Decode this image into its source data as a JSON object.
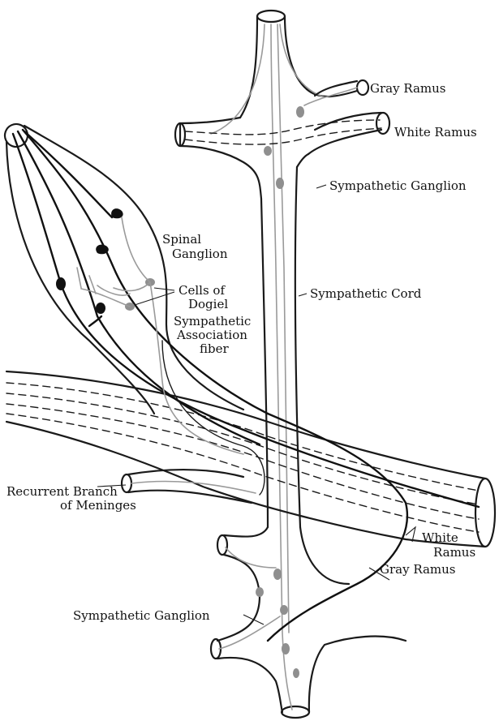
{
  "labels": {
    "gray_ramus_top": "Gray Ramus",
    "white_ramus_top": "White Ramus",
    "sympathetic_ganglion_top": "Sympathetic Ganglion",
    "spinal_ganglion_line1": "Spinal",
    "spinal_ganglion_line2": "Ganglion",
    "cells_of_dogiel_line1": "Cells of",
    "cells_of_dogiel_line2": "Dogiel",
    "sympathetic_association_line1": "Sympathetic",
    "sympathetic_association_line2": "Association",
    "sympathetic_association_line3": "fiber",
    "sympathetic_cord": "Sympathetic Cord",
    "recurrent_branch_line1": "Recurrent Branch",
    "recurrent_branch_line2": "of Meninges",
    "white_ramus_bottom_line1": "White",
    "white_ramus_bottom_line2": "Ramus",
    "gray_ramus_bottom": "Gray Ramus",
    "sympathetic_ganglion_bottom": "Sympathetic Ganglion"
  }
}
